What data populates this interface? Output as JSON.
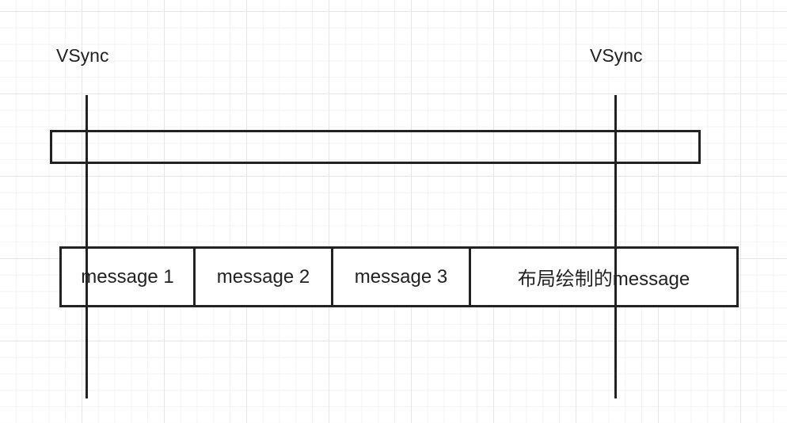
{
  "diagram": {
    "vsync_labels": [
      "VSync",
      "VSync"
    ],
    "messages": [
      "message 1",
      "message 2",
      "message 3",
      "布局绘制的message"
    ]
  }
}
